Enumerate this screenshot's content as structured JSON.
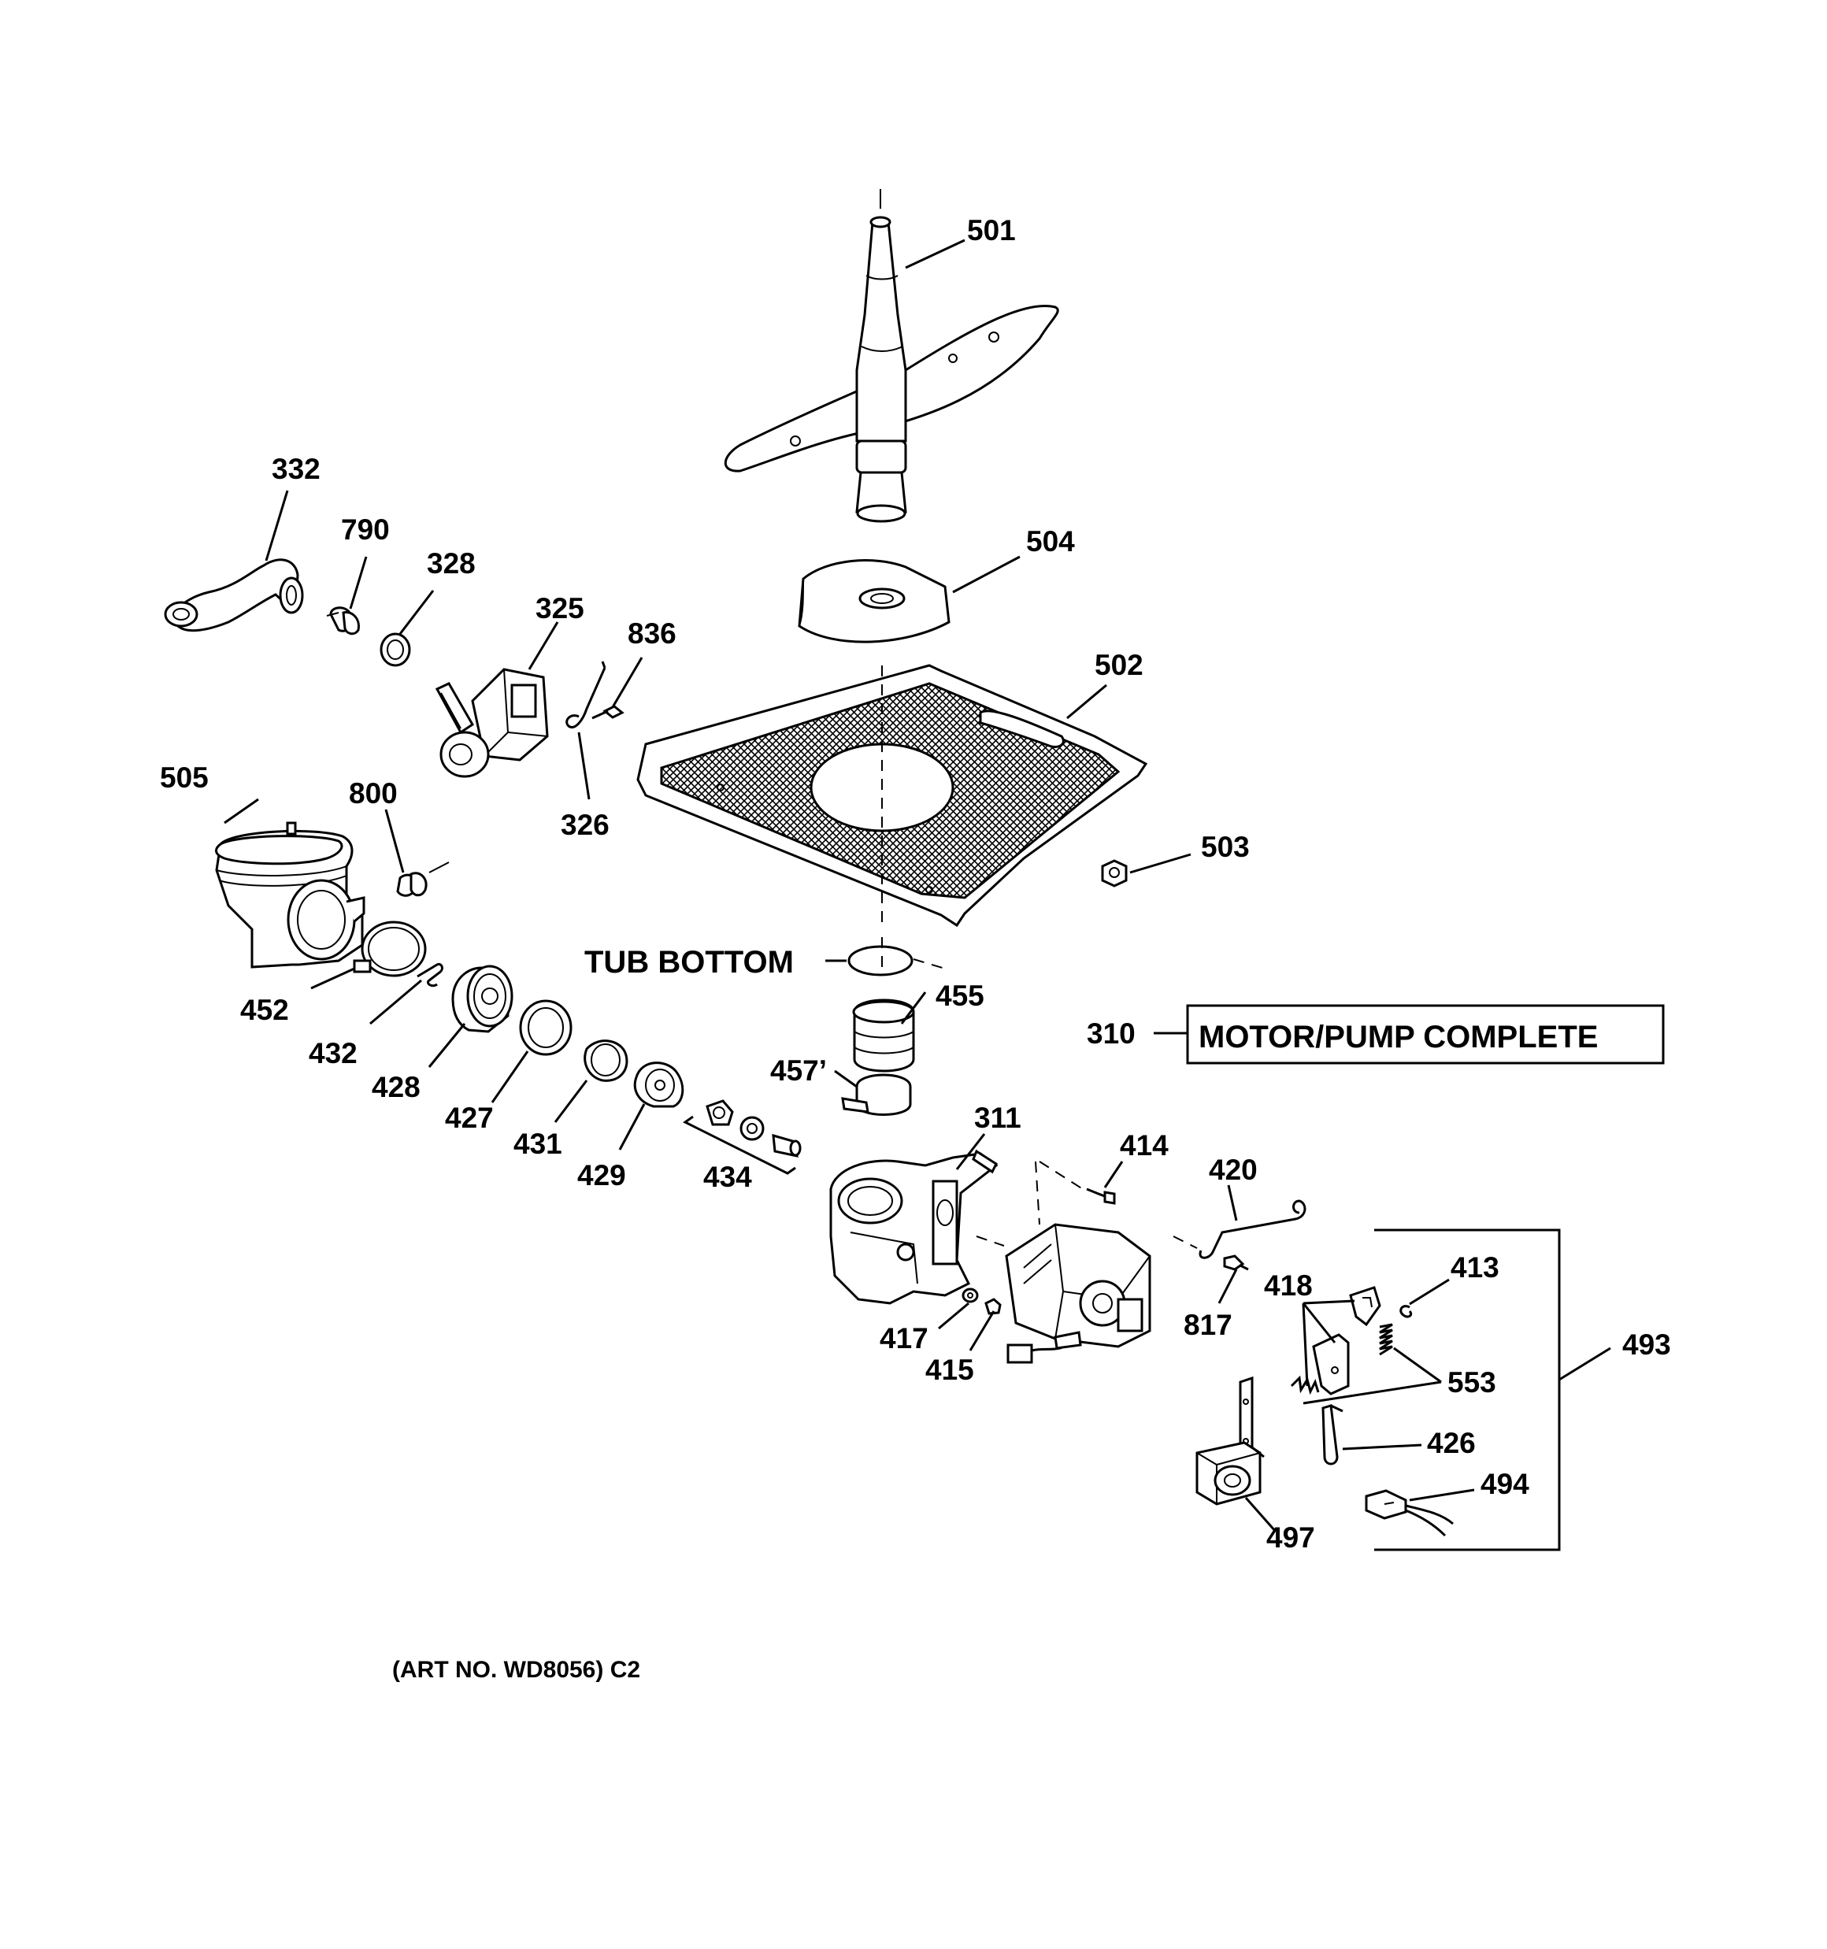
{
  "callouts": {
    "c501": "501",
    "c504": "504",
    "c502": "502",
    "c503": "503",
    "c332": "332",
    "c790": "790",
    "c328": "328",
    "c325": "325",
    "c836": "836",
    "c326": "326",
    "c505": "505",
    "c800": "800",
    "c455": "455",
    "c457": "457’",
    "c452": "452",
    "c432": "432",
    "c428": "428",
    "c427": "427",
    "c431": "431",
    "c429": "429",
    "c434": "434",
    "c311": "311",
    "c414": "414",
    "c420": "420",
    "c310": "310",
    "c418": "418",
    "c413": "413",
    "c493": "493",
    "c553": "553",
    "c417": "417",
    "c415": "415",
    "c817": "817",
    "c426": "426",
    "c494": "494",
    "c497": "497"
  },
  "labels": {
    "tub_bottom": "TUB BOTTOM",
    "motor_pump_complete": "MOTOR/PUMP COMPLETE",
    "art_no": "(ART NO. WD8056) C2"
  }
}
